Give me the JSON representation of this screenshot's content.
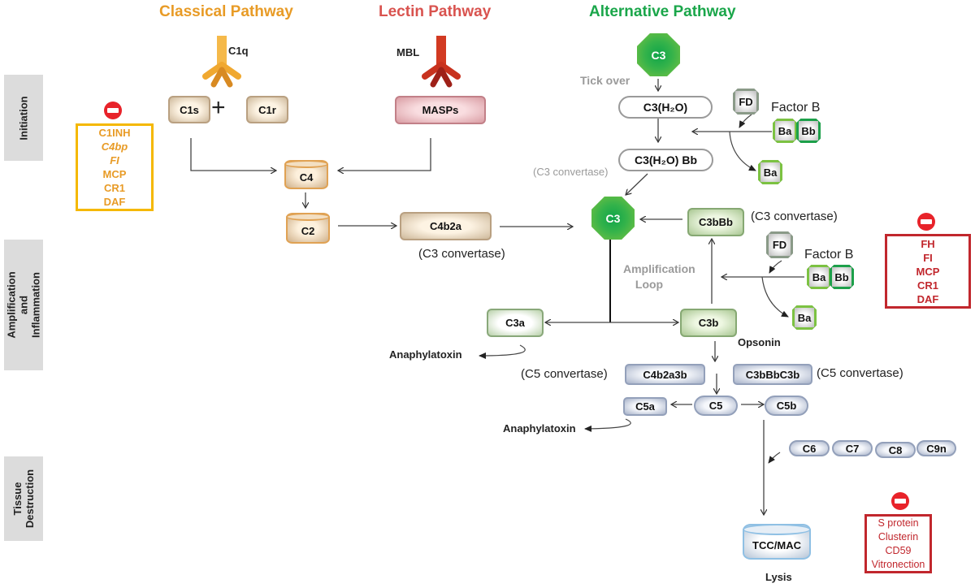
{
  "pathways": {
    "classical": {
      "title": "Classical Pathway",
      "color": "#e89b26"
    },
    "lectin": {
      "title": "Lectin Pathway",
      "color": "#d9534f"
    },
    "alternative": {
      "title": "Alternative Pathway",
      "color": "#1aa64a"
    }
  },
  "phases": [
    {
      "label": "Initiation"
    },
    {
      "label": "Amplification and Inflammation"
    },
    {
      "label": "Tissue Destruction"
    }
  ],
  "classical": {
    "c1q": "C1q",
    "c1s": "C1s",
    "plus": "+",
    "c1r": "C1r",
    "c4": "C4",
    "c2": "C2",
    "c4b2a": "C4b2a",
    "c4b2a_note": "(C3 convertase)"
  },
  "lectin": {
    "mbl": "MBL",
    "masps": "MASPs"
  },
  "alternative": {
    "c3_top": "C3",
    "tick_over": "Tick over",
    "c3h2o": "C3(H₂O)",
    "c3h2obb": "C3(H₂O) Bb",
    "c3h2obb_note": "(C3 convertase)",
    "fd_1": "FD",
    "factor_b_1": "Factor B",
    "ba_1": "Ba",
    "bb_1": "Bb",
    "ba_released_1": "Ba",
    "c3_center": "C3",
    "c3bbb": "C3bBb",
    "c3bbb_note": "(C3 convertase)",
    "fd_2": "FD",
    "factor_b_2": "Factor B",
    "ba_2": "Ba",
    "bb_2": "Bb",
    "ba_released_2": "Ba",
    "amplification_loop": "Amplification Loop"
  },
  "amplification": {
    "c3a": "C3a",
    "c3b": "C3b",
    "opsonin": "Opsonin",
    "anaphylatoxin_1": "Anaphylatoxin",
    "c4b2a3b": "C4b2a3b",
    "c4b2a3b_note": "(C5 convertase)",
    "c3bbbc3b": "C3bBbC3b",
    "c3bbbc3b_note": "(C5 convertase)",
    "c5": "C5",
    "c5a": "C5a",
    "c5b": "C5b",
    "anaphylatoxin_2": "Anaphylatoxin"
  },
  "terminal": {
    "components": [
      "C6",
      "C7",
      "C8",
      "C9n"
    ],
    "mac": "TCC/MAC",
    "lysis": "Lysis"
  },
  "inhibitors": {
    "initiation": {
      "items": [
        "C1INH",
        "C4bp",
        "FI",
        "MCP",
        "CR1",
        "DAF"
      ],
      "italic": [
        false,
        true,
        true,
        false,
        false,
        false
      ],
      "color": "#e89b26"
    },
    "amplification": {
      "items": [
        "FH",
        "FI",
        "MCP",
        "CR1",
        "DAF"
      ],
      "color": "#c1272d"
    },
    "terminal": {
      "items": [
        "S protein",
        "Clusterin",
        "CD59",
        "Vitronection"
      ],
      "color": "#c1272d"
    }
  }
}
